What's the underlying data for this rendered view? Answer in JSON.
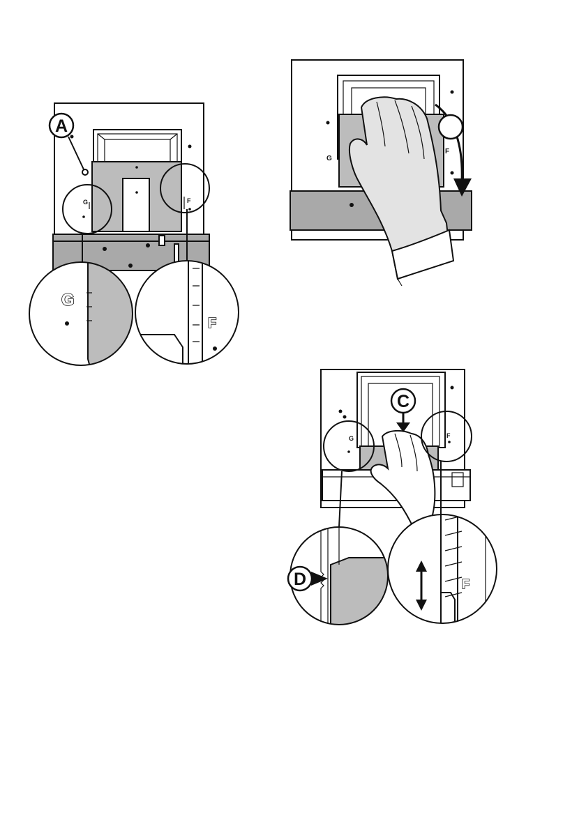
{
  "figure": {
    "panel1": {
      "callout_a": "A",
      "mark_g": "G",
      "mark_f": "F"
    },
    "panel2": {
      "callout_b": ""
    },
    "panel3": {
      "callout_c": "C",
      "callout_d": "D",
      "mark_g": "G",
      "mark_f": "F"
    }
  }
}
